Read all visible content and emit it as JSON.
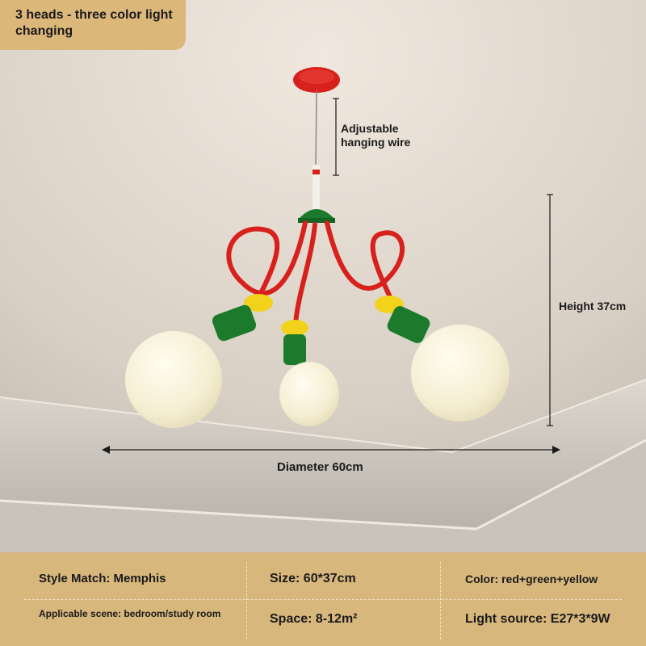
{
  "badge": {
    "text": "3 heads - three color light changing"
  },
  "annotations": {
    "wire": "Adjustable hanging wire",
    "height": "Height 37cm",
    "diameter": "Diameter 60cm"
  },
  "specs": {
    "style": "Style Match: Memphis",
    "size": "Size: 60*37cm",
    "color": "Color: red+green+yellow",
    "scene": "Applicable scene: bedroom/study room",
    "space": "Space: 8-12m²",
    "light_source": "Light source: E27*3*9W"
  },
  "colors": {
    "red": "#d8201c",
    "green": "#1c7a2c",
    "yellow": "#f2d21a",
    "bulb": "#f7f1d9",
    "panel": "#d8b77c"
  }
}
